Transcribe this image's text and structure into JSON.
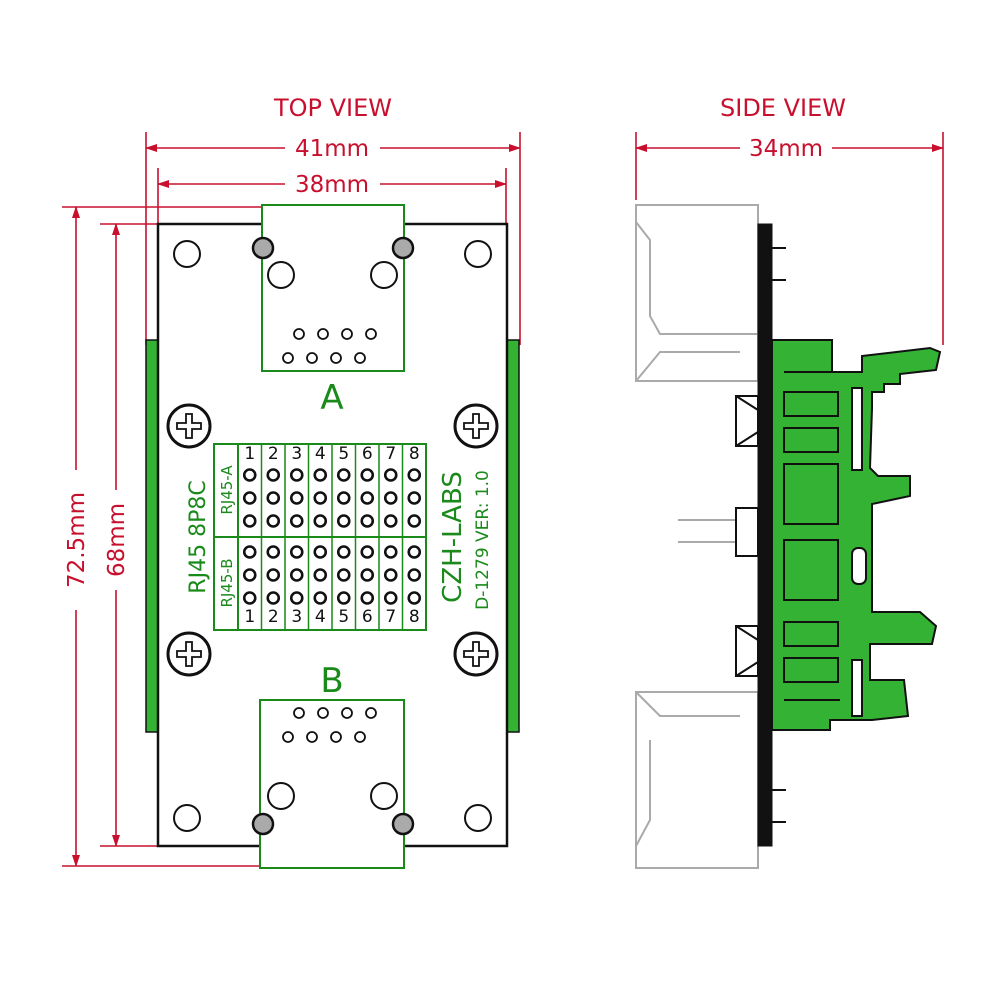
{
  "top_view": {
    "title": "TOP VIEW",
    "width_outer": "41mm",
    "width_inner": "38mm",
    "height_outer": "72.5mm",
    "height_inner": "68mm",
    "port_a_label": "A",
    "port_b_label": "B",
    "connector_label": "RJ45  8P8C",
    "row_a_label": "RJ45-A",
    "row_b_label": "RJ45-B",
    "brand": "CZH-LABS",
    "model": "D-1279  VER: 1.0",
    "pin_numbers": [
      "1",
      "2",
      "3",
      "4",
      "5",
      "6",
      "7",
      "8"
    ]
  },
  "side_view": {
    "title": "SIDE VIEW",
    "width": "34mm"
  },
  "colors": {
    "dimension": "#c8102e",
    "pcb_green": "#1a8a1a",
    "rail_green": "#33b233",
    "board_outline": "#111111",
    "connector_gray": "#aaaaaa"
  }
}
